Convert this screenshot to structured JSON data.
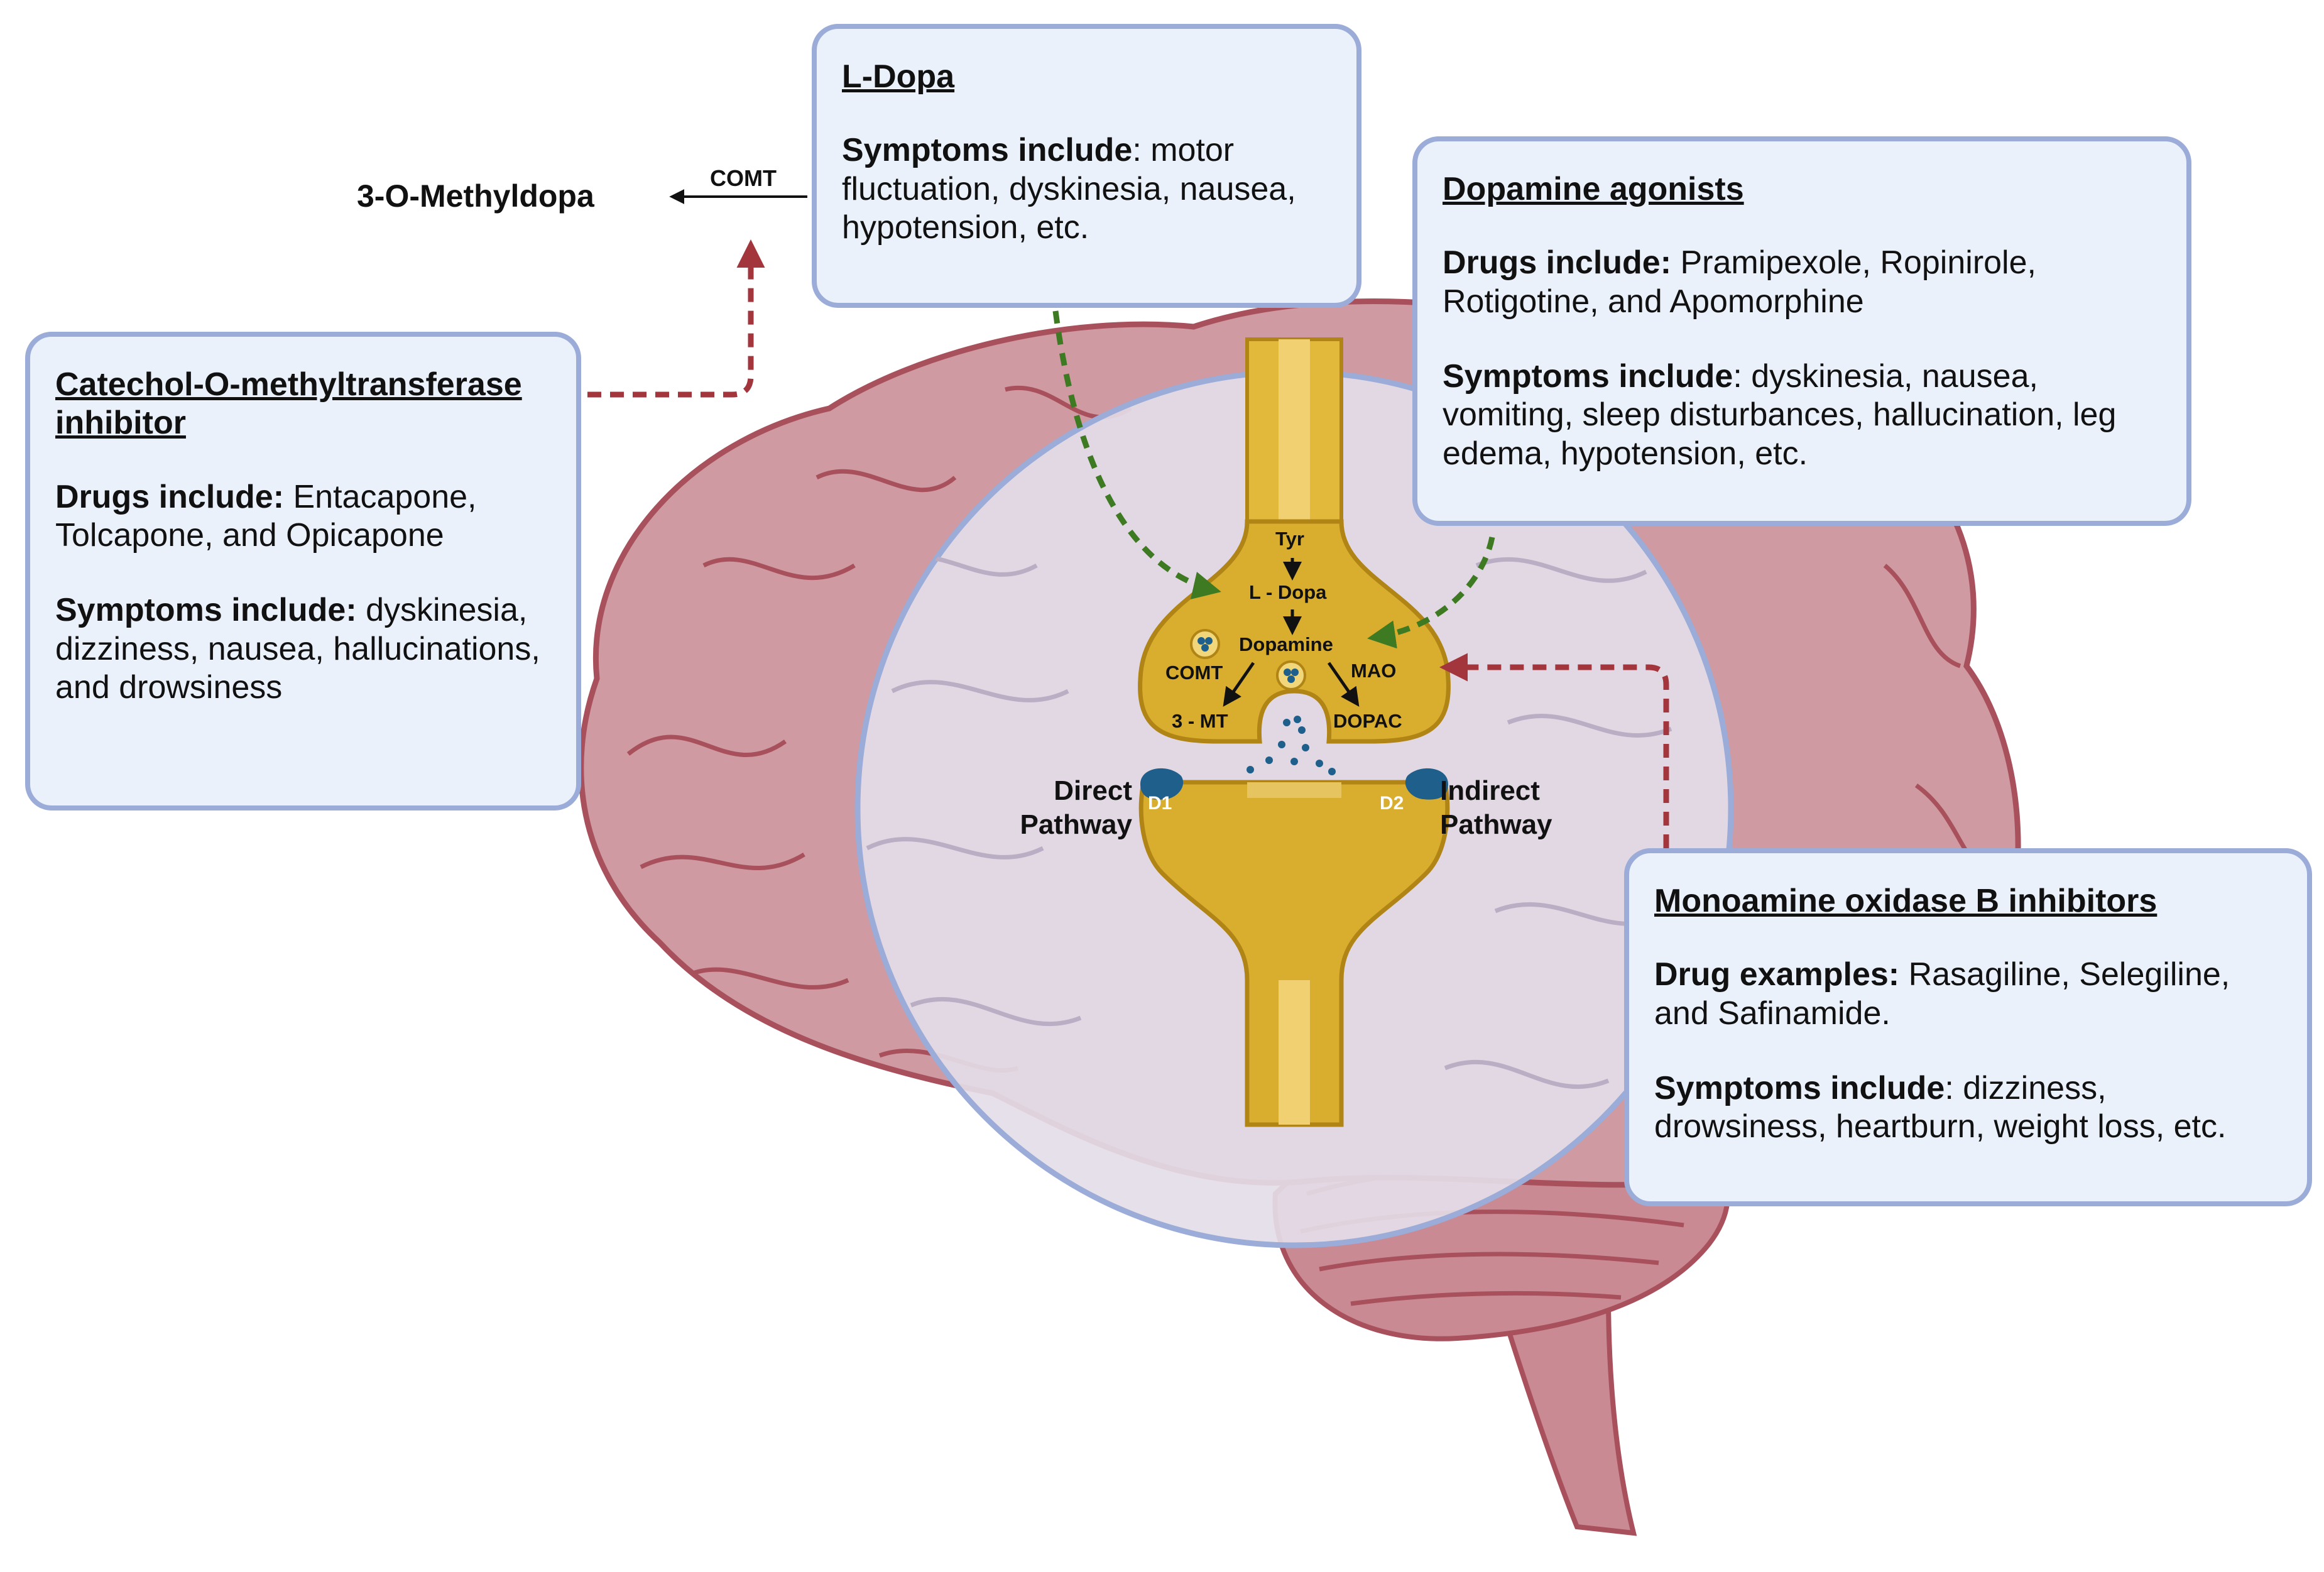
{
  "colors": {
    "brain_fill": "#cf9aa1",
    "brain_stroke": "#a8505c",
    "neuron_fill": "#d9ad2e",
    "neuron_stroke": "#b08415",
    "box_fill": "#eaf1fa",
    "box_border": "#9aacd7",
    "arrow_green": "#3d7a22",
    "arrow_red": "#a3363c",
    "receptor_blue": "#1e5f8c"
  },
  "metabolite": {
    "label": "3-O-Methyldopa",
    "enzyme": "COMT"
  },
  "ldopa_box": {
    "title": "L-Dopa",
    "symptoms_label": "Symptoms include",
    "symptoms_text": ": motor fluctuation, dyskinesia, nausea, hypotension, etc."
  },
  "agonist_box": {
    "title": "Dopamine agonists",
    "drugs_label": "Drugs include:",
    "drugs_text": " Pramipexole, Ropinirole, Rotigotine, and Apomorphine",
    "symptoms_label": "Symptoms include",
    "symptoms_text": ": dyskinesia, nausea, vomiting, sleep disturbances, hallucination, leg edema, hypotension, etc."
  },
  "comt_box": {
    "title": "Catechol-O-methyltransferase inhibitor",
    "drugs_label": "Drugs include:",
    "drugs_text": " Entacapone, Tolcapone, and Opicapone",
    "symptoms_label": "Symptoms include:",
    "symptoms_text": " dyskinesia, dizziness, nausea, hallucinations, and drowsiness"
  },
  "maob_box": {
    "title": "Monoamine oxidase B inhibitors",
    "drugs_label": "Drug examples:",
    "drugs_text": " Rasagiline, Selegiline, and Safinamide.",
    "symptoms_label": "Symptoms include",
    "symptoms_text": ": dizziness, drowsiness, heartburn, weight loss, etc."
  },
  "synapse": {
    "tyr": "Tyr",
    "ldopa": "L - Dopa",
    "dopamine": "Dopamine",
    "comt": "COMT",
    "mao": "MAO",
    "mt": "3 - MT",
    "dopac": "DOPAC",
    "d1": "D1",
    "d2": "D2",
    "direct_line1": "Direct",
    "direct_line2": "Pathway",
    "indirect_line1": "Indirect",
    "indirect_line2": "Pathway"
  }
}
